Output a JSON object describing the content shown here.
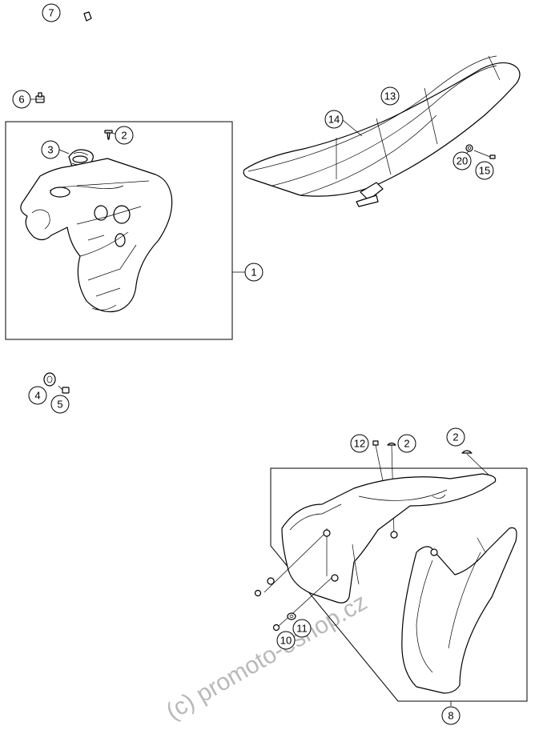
{
  "callouts": [
    {
      "label": "7"
    },
    {
      "label": "6"
    },
    {
      "label": "2"
    },
    {
      "label": "3"
    },
    {
      "label": "1"
    },
    {
      "label": "13"
    },
    {
      "label": "14"
    },
    {
      "label": "20"
    },
    {
      "label": "15"
    },
    {
      "label": "4"
    },
    {
      "label": "5"
    },
    {
      "label": "12"
    },
    {
      "label": "2"
    },
    {
      "label": "2"
    },
    {
      "label": "11"
    },
    {
      "label": "10"
    },
    {
      "label": "8"
    }
  ],
  "watermark": "(c) promoto-eshop.cz"
}
